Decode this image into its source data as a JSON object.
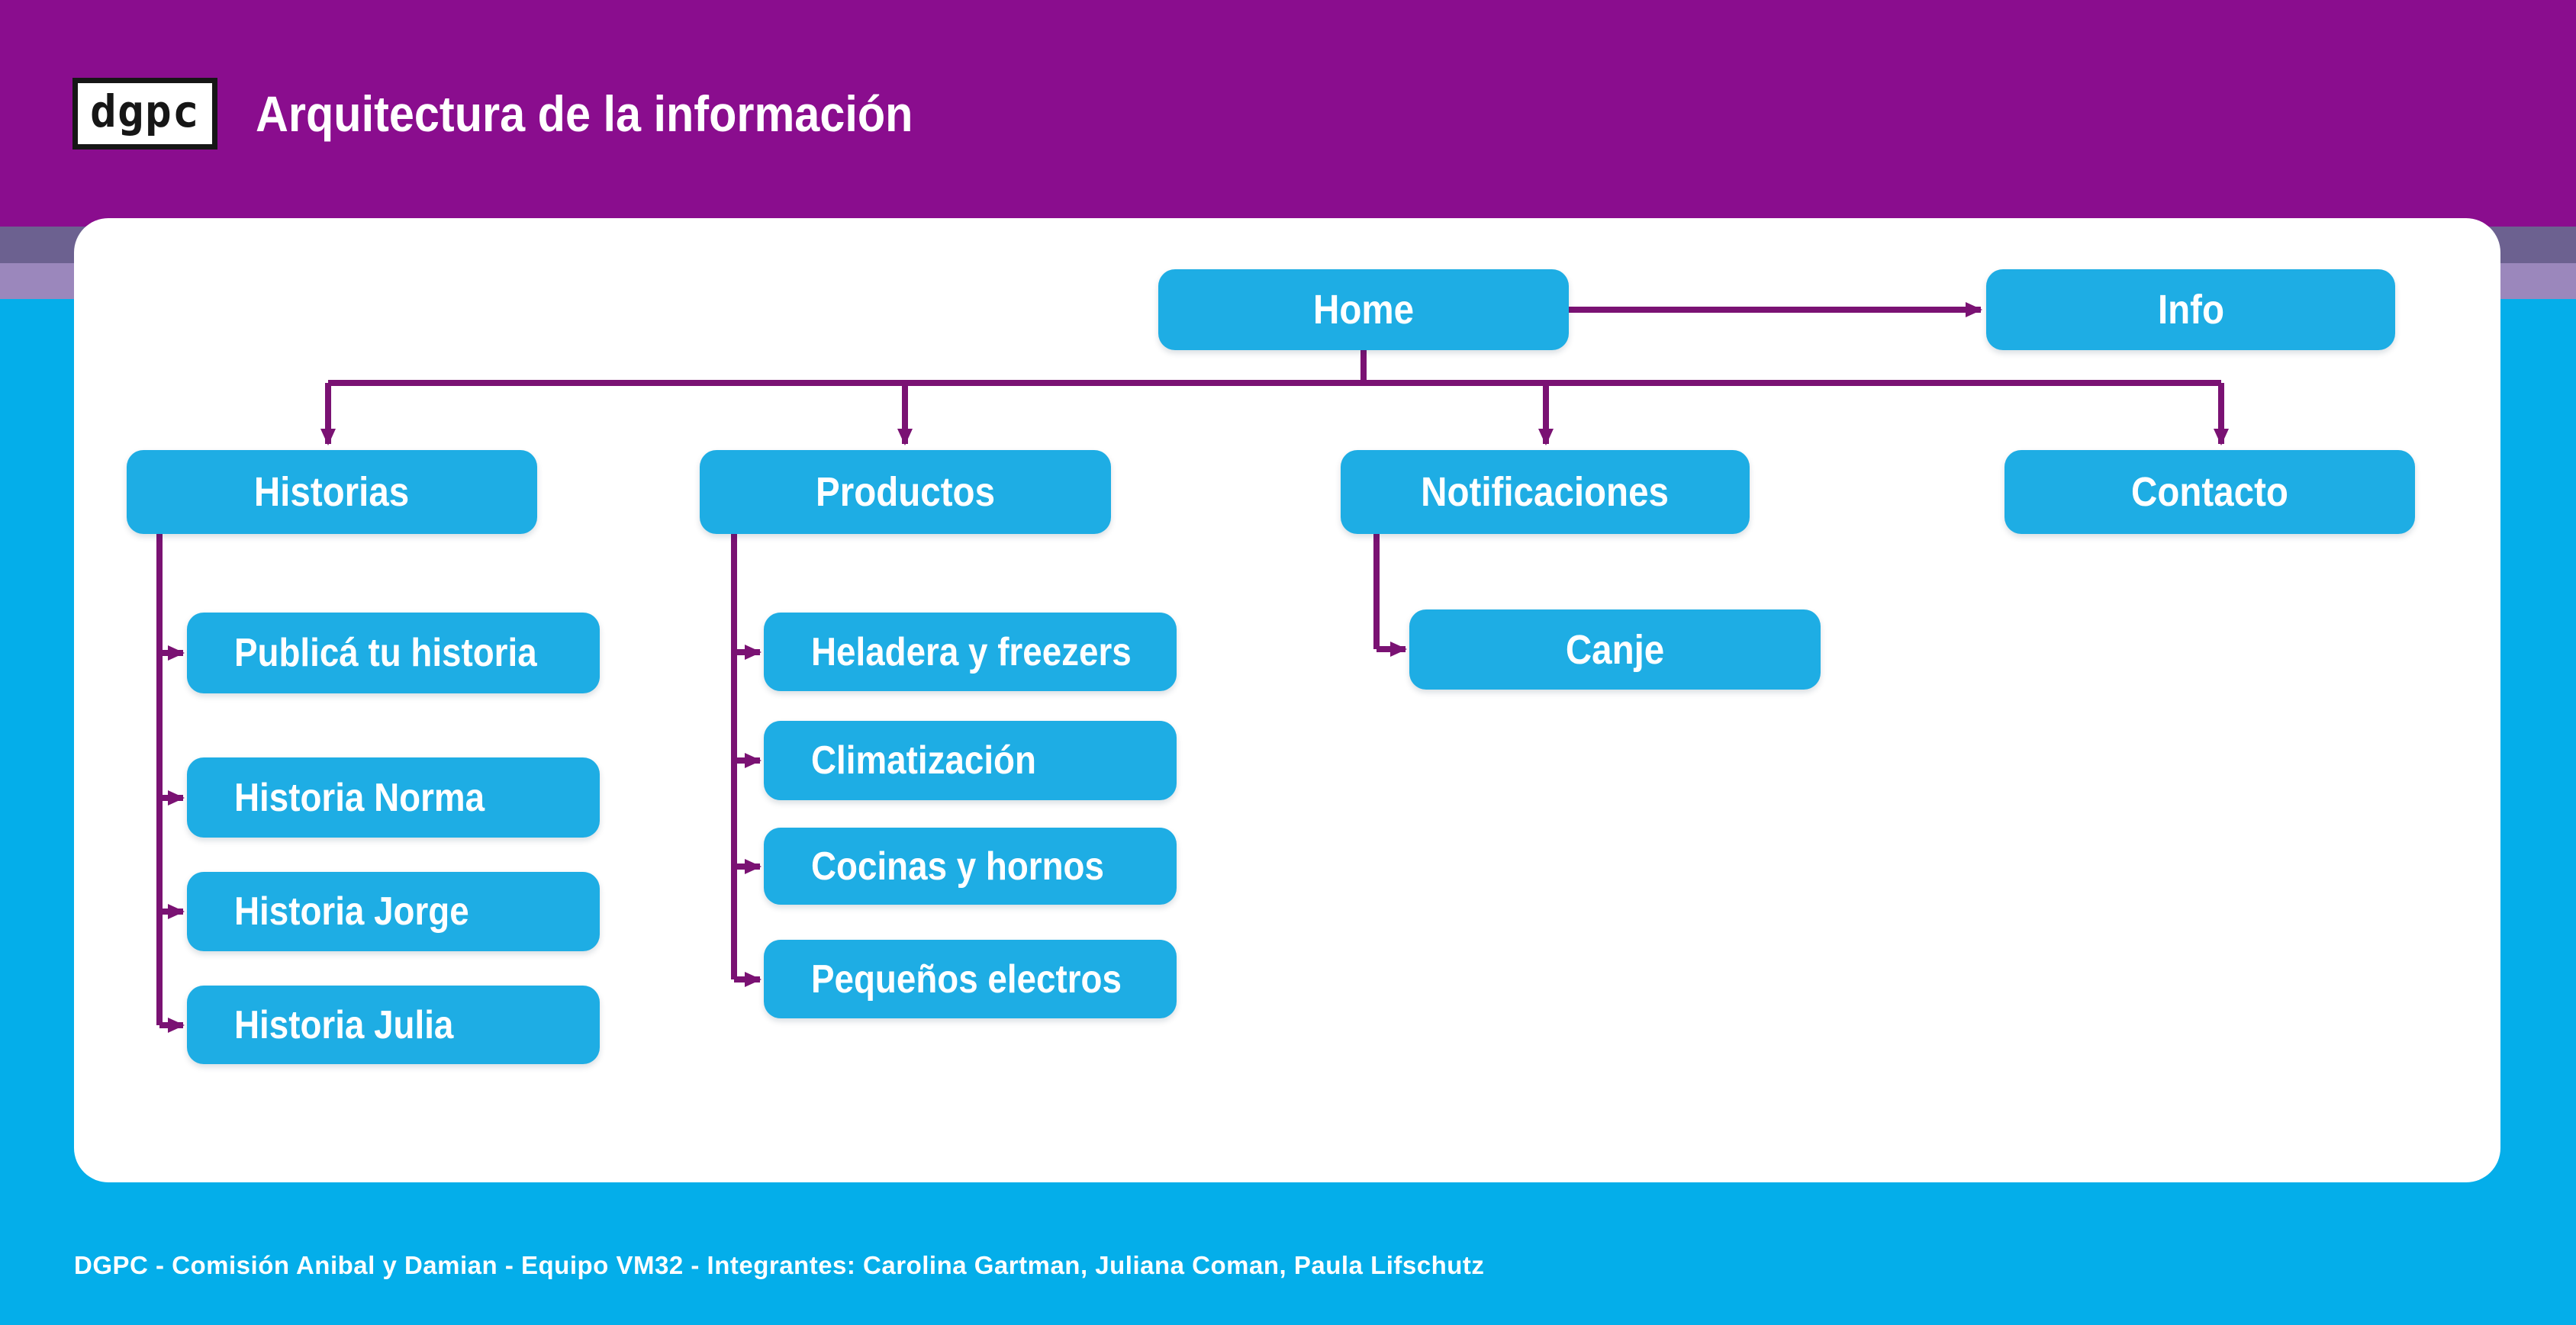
{
  "header": {
    "logo_text": "dgpc",
    "title": "Arquitectura de la información"
  },
  "nodes": {
    "home": "Home",
    "info": "Info",
    "historias": "Historias",
    "productos": "Productos",
    "notificaciones": "Notificaciones",
    "contacto": "Contacto",
    "canje": "Canje",
    "historias_children": [
      "Publicá tu historia",
      "Historia Norma",
      "Historia Jorge",
      "Historia Julia"
    ],
    "productos_children": [
      "Heladera y freezers",
      "Climatización",
      "Cocinas y hornos",
      "Pequeños electros"
    ]
  },
  "footer": {
    "credits": "DGPC - Comisión Anibal y Damian - Equipo VM32 - Integrantes: Carolina Gartman, Juliana Coman, Paula Lifschutz"
  },
  "colors": {
    "header_purple": "#8A0D8E",
    "stripe_dark": "#6C6190",
    "stripe_light": "#9B87BC",
    "background_cyan": "#04AEEA",
    "node_cyan": "#1EADE4",
    "connector_purple": "#7A1273"
  }
}
